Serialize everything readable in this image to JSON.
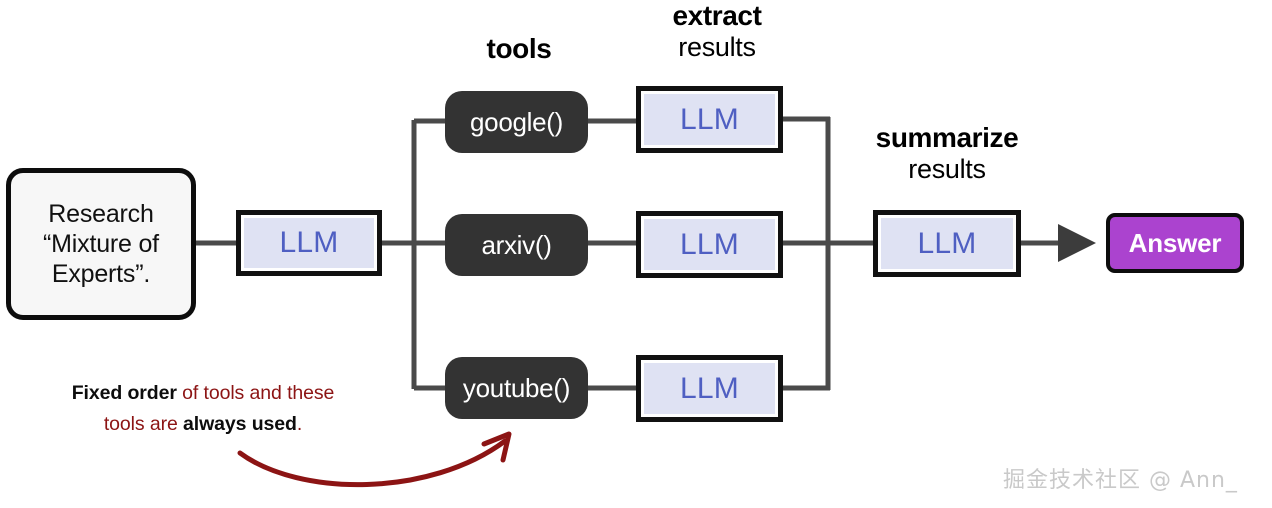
{
  "diagram": {
    "title": "Fixed-order tool-calling LLM pipeline",
    "colors": {
      "llm_fill": "#dfe2f3",
      "llm_text": "#4f5fc2",
      "tool_fill": "#333333",
      "answer_fill": "#ab43cf",
      "wire": "#4a4a4a",
      "annotation_red": "#8c1414",
      "prompt_fill": "#f7f7f7",
      "border": "#111111"
    },
    "prompt": {
      "text": "Research\n“Mixture of\nExperts”."
    },
    "router_llm": {
      "label": "LLM"
    },
    "captions": {
      "tools": {
        "line1": "tools",
        "line2": ""
      },
      "extract": {
        "line1": "extract",
        "line2": "results"
      },
      "summarize": {
        "line1": "summarize",
        "line2": "results"
      }
    },
    "branches": [
      {
        "tool": "google()",
        "llm": "LLM"
      },
      {
        "tool": "arxiv()",
        "llm": "LLM"
      },
      {
        "tool": "youtube()",
        "llm": "LLM"
      }
    ],
    "summarize_llm": {
      "label": "LLM"
    },
    "answer": {
      "label": "Answer"
    },
    "annotation": {
      "bold1": "Fixed order",
      "red1": " of tools and these",
      "red2": "tools are ",
      "bold2": "always used",
      "red3": "."
    },
    "watermark": {
      "text": "掘金技术社区 @ Ann_"
    }
  }
}
